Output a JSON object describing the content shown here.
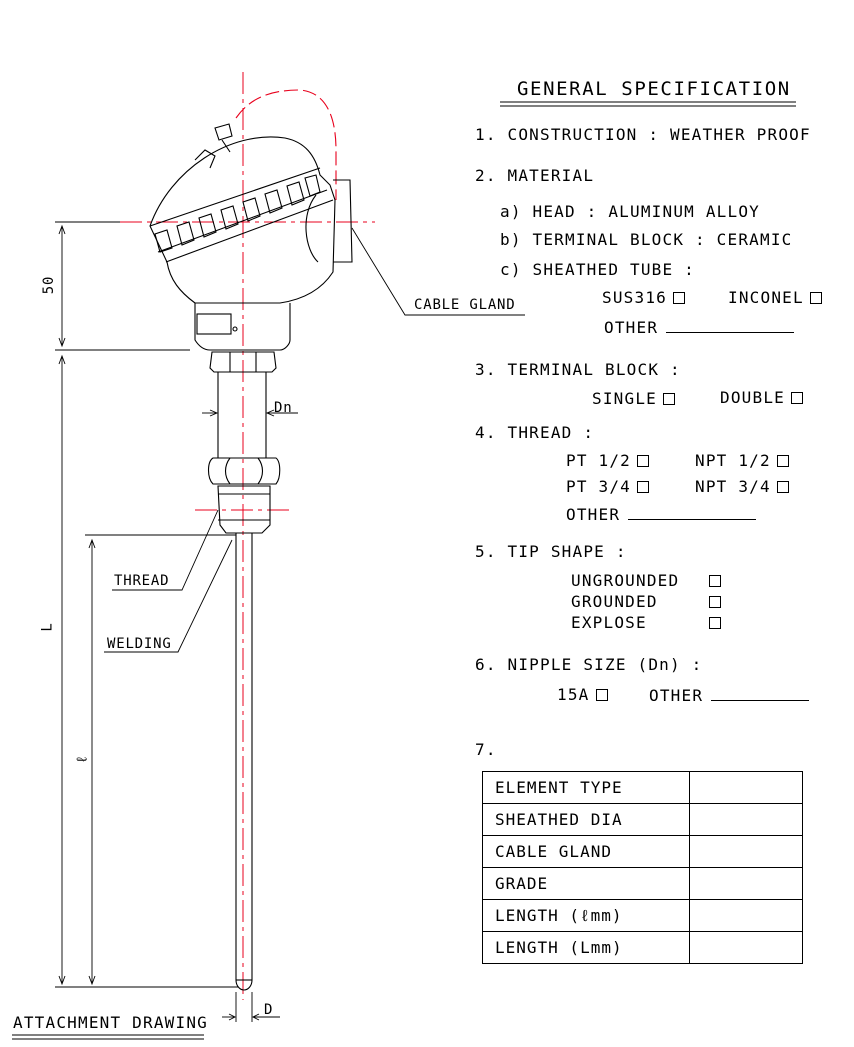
{
  "drawing": {
    "labels": {
      "cable_gland": "CABLE GLAND",
      "thread": "THREAD",
      "welding": "WELDING",
      "dn": "Dn",
      "d": "D",
      "fifty": "50",
      "L": "L",
      "l": "ℓ"
    },
    "caption": "ATTACHMENT DRAWING"
  },
  "spec": {
    "title": "GENERAL SPECIFICATION",
    "s1": "1. CONSTRUCTION : WEATHER PROOF",
    "s2": "2. MATERIAL",
    "s2a": "a) HEAD : ALUMINUM ALLOY",
    "s2b": "b) TERMINAL BLOCK : CERAMIC",
    "s2c": "c) SHEATHED TUBE :",
    "sus316": "SUS316",
    "inconel": "INCONEL",
    "other": "OTHER",
    "s3": "3. TERMINAL BLOCK :",
    "single": "SINGLE",
    "double": "DOUBLE",
    "s4": "4. THREAD :",
    "pt12": "PT 1/2",
    "npt12": "NPT 1/2",
    "pt34": "PT 3/4",
    "npt34": "NPT 3/4",
    "s5": "5. TIP SHAPE :",
    "ungrounded": "UNGROUNDED",
    "grounded": "GROUNDED",
    "explose": "EXPLOSE",
    "s6": "6. NIPPLE SIZE (Dn) :",
    "a15": "15A",
    "s7": "7.",
    "table": [
      {
        "label": "ELEMENT TYPE",
        "value": ""
      },
      {
        "label": "SHEATHED DIA",
        "value": ""
      },
      {
        "label": "CABLE GLAND",
        "value": ""
      },
      {
        "label": "GRADE",
        "value": ""
      },
      {
        "label": "LENGTH  (ℓmm)",
        "value": ""
      },
      {
        "label": "LENGTH  (Lmm)",
        "value": ""
      }
    ]
  }
}
